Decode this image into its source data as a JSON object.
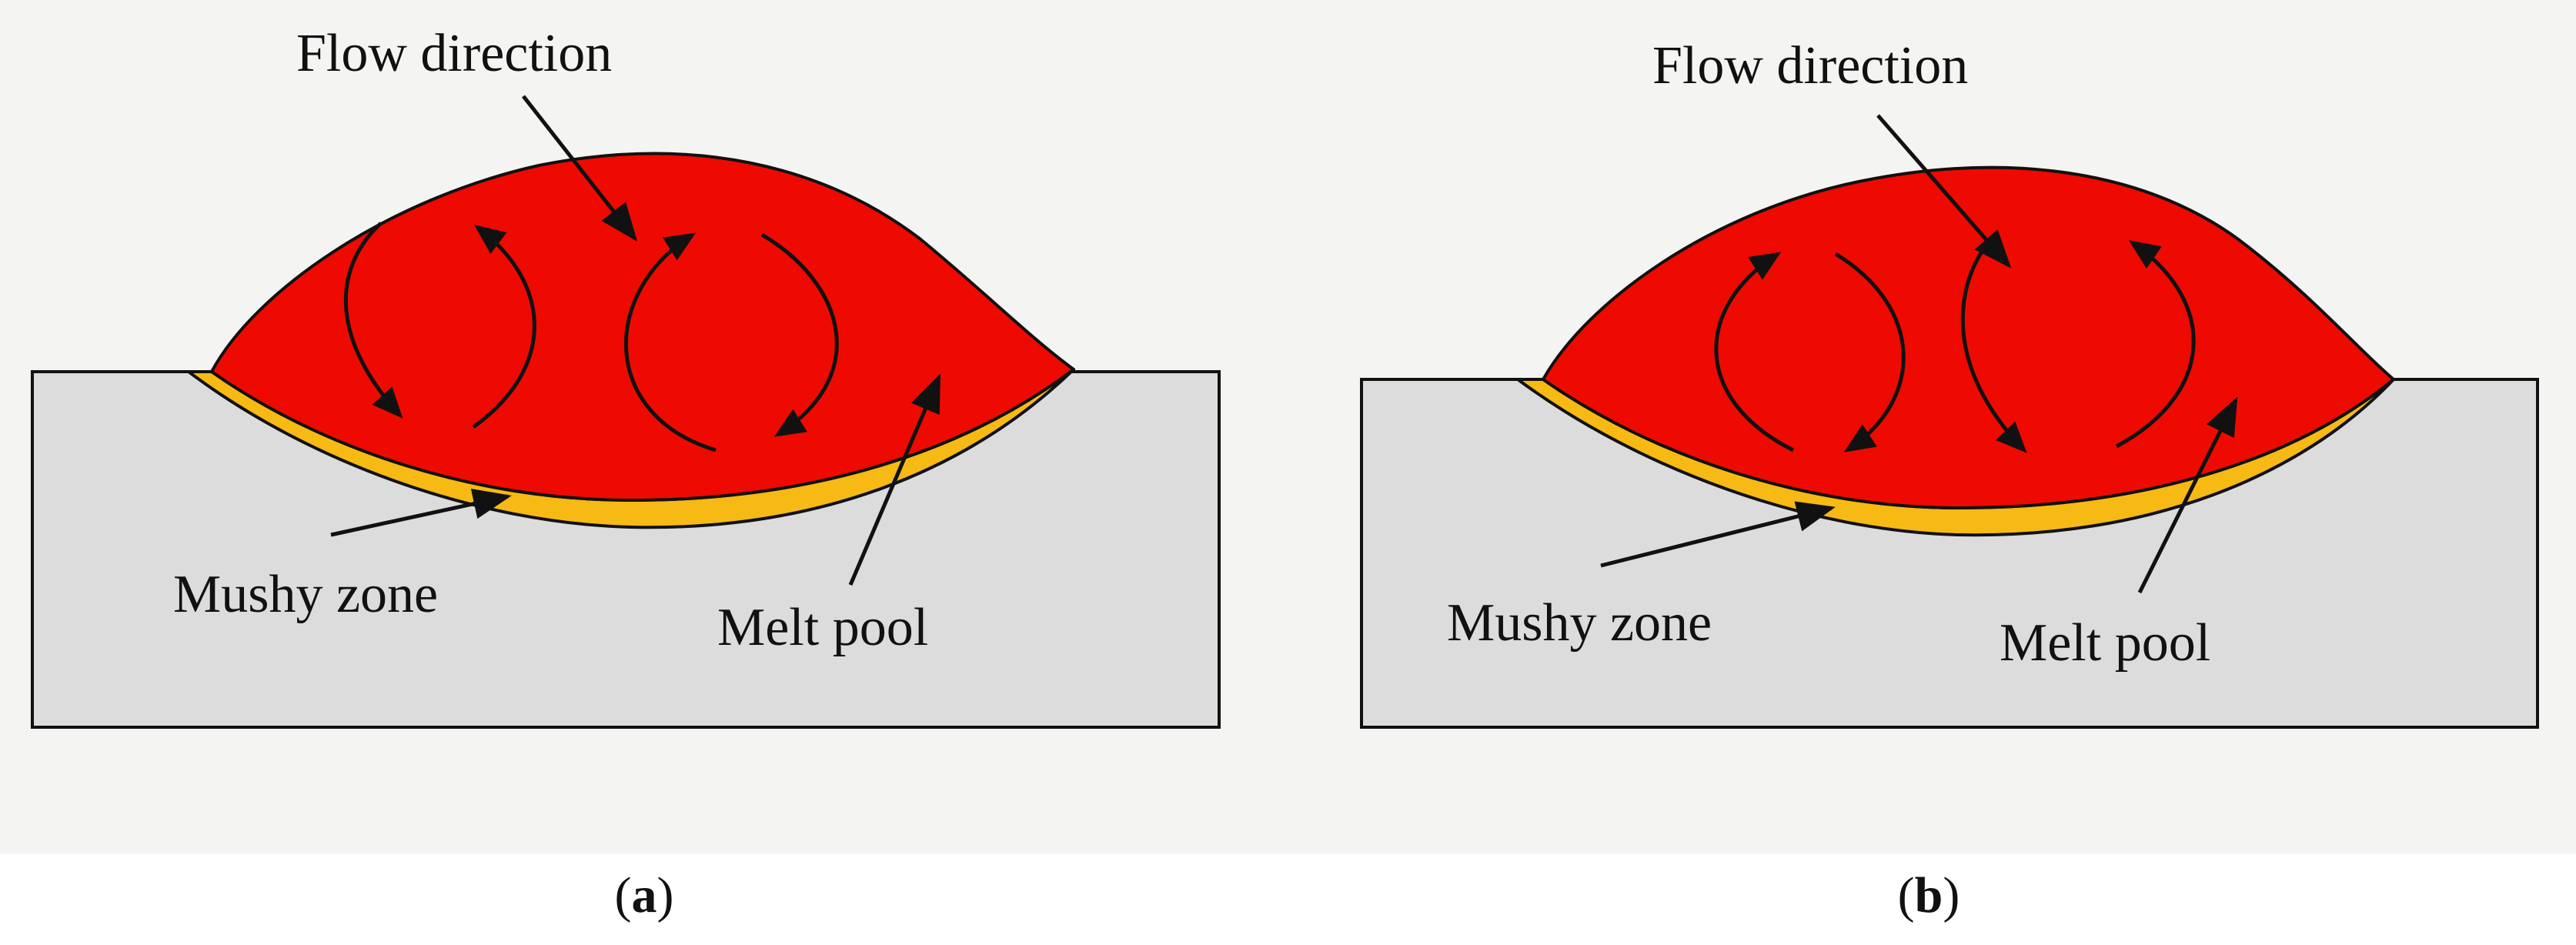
{
  "panels": [
    {
      "flow_direction_label": "Flow direction",
      "mushy_zone_label": "Mushy zone",
      "melt_pool_label": "Melt pool",
      "caption_open": "(",
      "caption_letter": "a",
      "caption_close": ")"
    },
    {
      "flow_direction_label": "Flow direction",
      "mushy_zone_label": "Mushy zone",
      "melt_pool_label": "Melt pool",
      "caption_open": "(",
      "caption_letter": "b",
      "caption_close": ")"
    }
  ],
  "colors": {
    "background": "#ffffff",
    "panel_background": "#f4f4f2",
    "substrate": "#dcdcdc",
    "melt_pool": "#ee0a00",
    "mushy_zone": "#f7b914",
    "outline": "#111111"
  },
  "icons": {
    "flow_arrows": "circular-flow-arrow",
    "pointers": "straight-arrow"
  }
}
